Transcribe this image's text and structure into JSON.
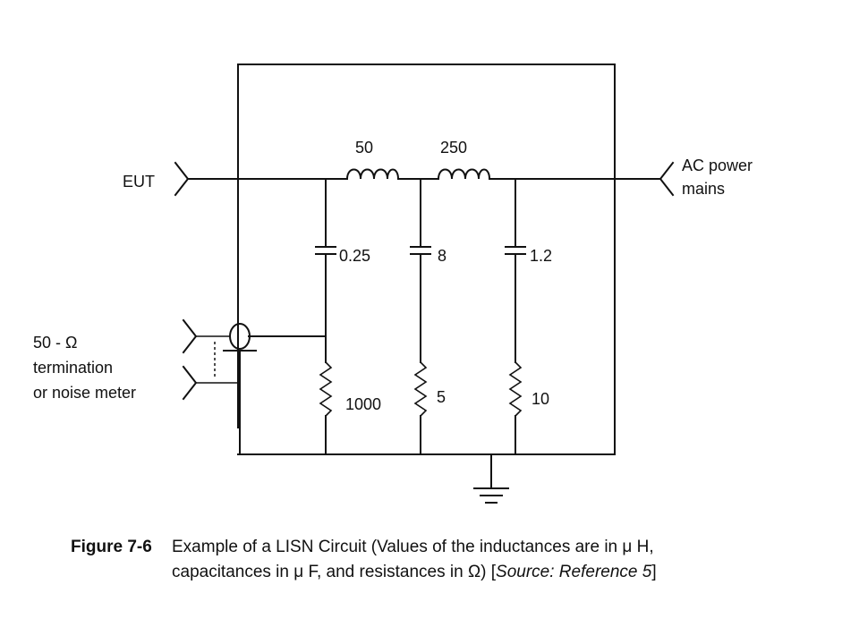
{
  "diagram": {
    "labels": {
      "eut": "EUT",
      "ac_line1": "AC power",
      "ac_line2": "mains",
      "term_line1": "50 - Ω",
      "term_line2": "termination",
      "term_line3": "or noise meter"
    },
    "inductors": [
      "50",
      "250"
    ],
    "capacitors": [
      "0.25",
      "8",
      "1.2"
    ],
    "resistors": [
      "1000",
      "5",
      "10"
    ]
  },
  "caption": {
    "figure_number": "Figure 7-6",
    "line1": "Example of a LISN Circuit (Values of the inductances are in μ H,",
    "line2_text": "capacitances in μ F, and resistances in Ω) [",
    "line2_source": "Source: Reference 5",
    "line2_end": "]"
  }
}
